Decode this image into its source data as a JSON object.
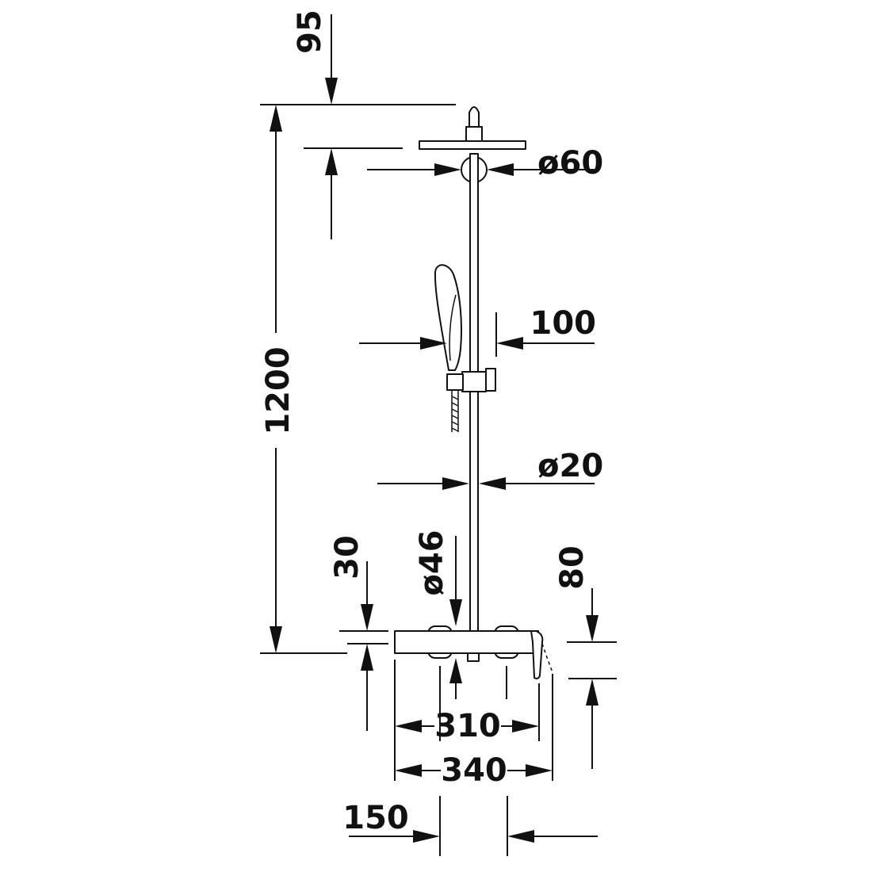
{
  "dimensions": {
    "top_offset": "95",
    "head_diameter": "ø60",
    "total_height": "1200",
    "hand_shower_projection": "100",
    "rail_diameter": "ø20",
    "mixer_height": "30",
    "knob_diameter": "ø46",
    "handle_height": "80",
    "knob_spacing": "310",
    "body_width": "340",
    "outlet_spacing": "150"
  },
  "colors": {
    "line": "#111111",
    "background": "#ffffff"
  }
}
